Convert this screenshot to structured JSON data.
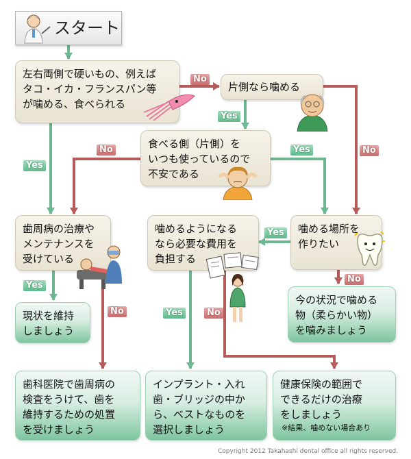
{
  "start": {
    "label": "スタート"
  },
  "nodes": {
    "q1": [
      "左右両側で硬いもの、例えば",
      "タコ・イカ・フランスパン等",
      "が噛める、食べられる"
    ],
    "q2": [
      "片側なら噛める"
    ],
    "q3": [
      "食べる側（片側）を",
      "いつも使っているので",
      "不安である"
    ],
    "q4": [
      "歯周病の治療や",
      "メンテナンスを",
      "受けている"
    ],
    "q5": [
      "噛めるようになる",
      "なら必要な費用を",
      "負担する"
    ],
    "q6": [
      "噛める場所を",
      "作りたい"
    ],
    "r1": [
      "現状を維持",
      "しましょう"
    ],
    "r2": [
      "今の状況で噛める",
      "物（柔らかい物）",
      "を噛みましょう"
    ],
    "r3": [
      "歯科医院で歯周病の",
      "検査をうけて、歯を",
      "維持するための処置",
      "を受けましょう"
    ],
    "r4": [
      "インプラント・入れ",
      "歯・ブリッジの中か",
      "ら、ベストなものを",
      "選択しましょう"
    ],
    "r5": [
      "健康保険の範囲で",
      "できるだけの治療",
      "をしましょう"
    ],
    "r5_note": "※結果、噛めない場合あり"
  },
  "labels": {
    "yes": "Yes",
    "no": "No"
  },
  "copyright": "Copyright 2012 Takahashi dental office all rights reserved.",
  "colors": {
    "yes_arrow": "#6cb78f",
    "no_arrow": "#b65a5a",
    "question_fill": "#efebe0",
    "result_fill": "#8fcfab"
  },
  "icons": [
    "doctor-icon",
    "squid-icon",
    "elderly-man-icon",
    "worried-boy-icon",
    "tooth-icon",
    "dentist-patient-icon",
    "documents-icon",
    "woman-icon"
  ]
}
